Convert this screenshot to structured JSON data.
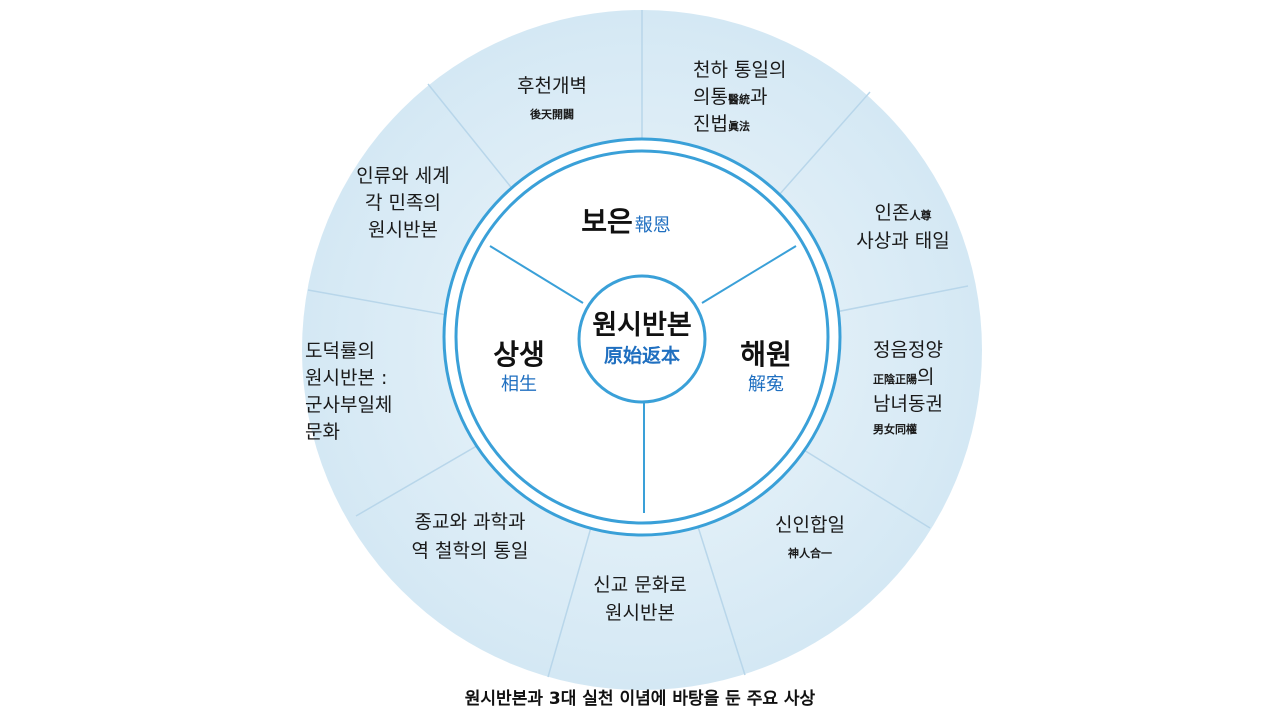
{
  "diagram": {
    "center": {
      "label": "원시반본",
      "hanja": "原始返本"
    },
    "inner": {
      "top": {
        "label": "보은",
        "hanja": "報恩"
      },
      "left": {
        "label": "상생",
        "hanja": "相生"
      },
      "right": {
        "label": "해원",
        "hanja": "解寃"
      }
    },
    "outer": {
      "o1": {
        "line1": "후천개벽",
        "hanja": "後天開闢"
      },
      "o2": {
        "line1": "천하 통일의",
        "line2": "의통",
        "line2_hanja": "醫統",
        "line2_tail": "과",
        "line3": "진법",
        "line3_hanja": "眞法"
      },
      "o3": {
        "line1": "인존",
        "line1_hanja": "人尊",
        "line2": "사상과 태일"
      },
      "o4": {
        "line1": "정음정양",
        "line2_hanja": "正陰正陽",
        "line2_tail": "의",
        "line3": "남녀동권",
        "line4_hanja": "男女同權"
      },
      "o5": {
        "line1": "신인합일",
        "hanja": "神人合一"
      },
      "o6": {
        "line1": "신교 문화로",
        "line2": "원시반본"
      },
      "o7": {
        "line1": "종교와 과학과",
        "line2": "역 철학의 통일"
      },
      "o8": {
        "line1": "도덕률의",
        "line2": "원시반본 :",
        "line3": "군사부일체",
        "line4": "문화"
      },
      "o9": {
        "line1": "인류와 세계",
        "line2": "각 민족의",
        "line3": "원시반본"
      }
    }
  },
  "caption": "원시반본과 3대 실천 이념에 바탕을 둔 주요 사상",
  "colors": {
    "outer_fill": "#dcecf6",
    "inner_fill": "#ffffff",
    "ring_stroke": "#3aa0d8",
    "divider": "#9cc4de",
    "hanja_blue": "#1f6fc0"
  }
}
